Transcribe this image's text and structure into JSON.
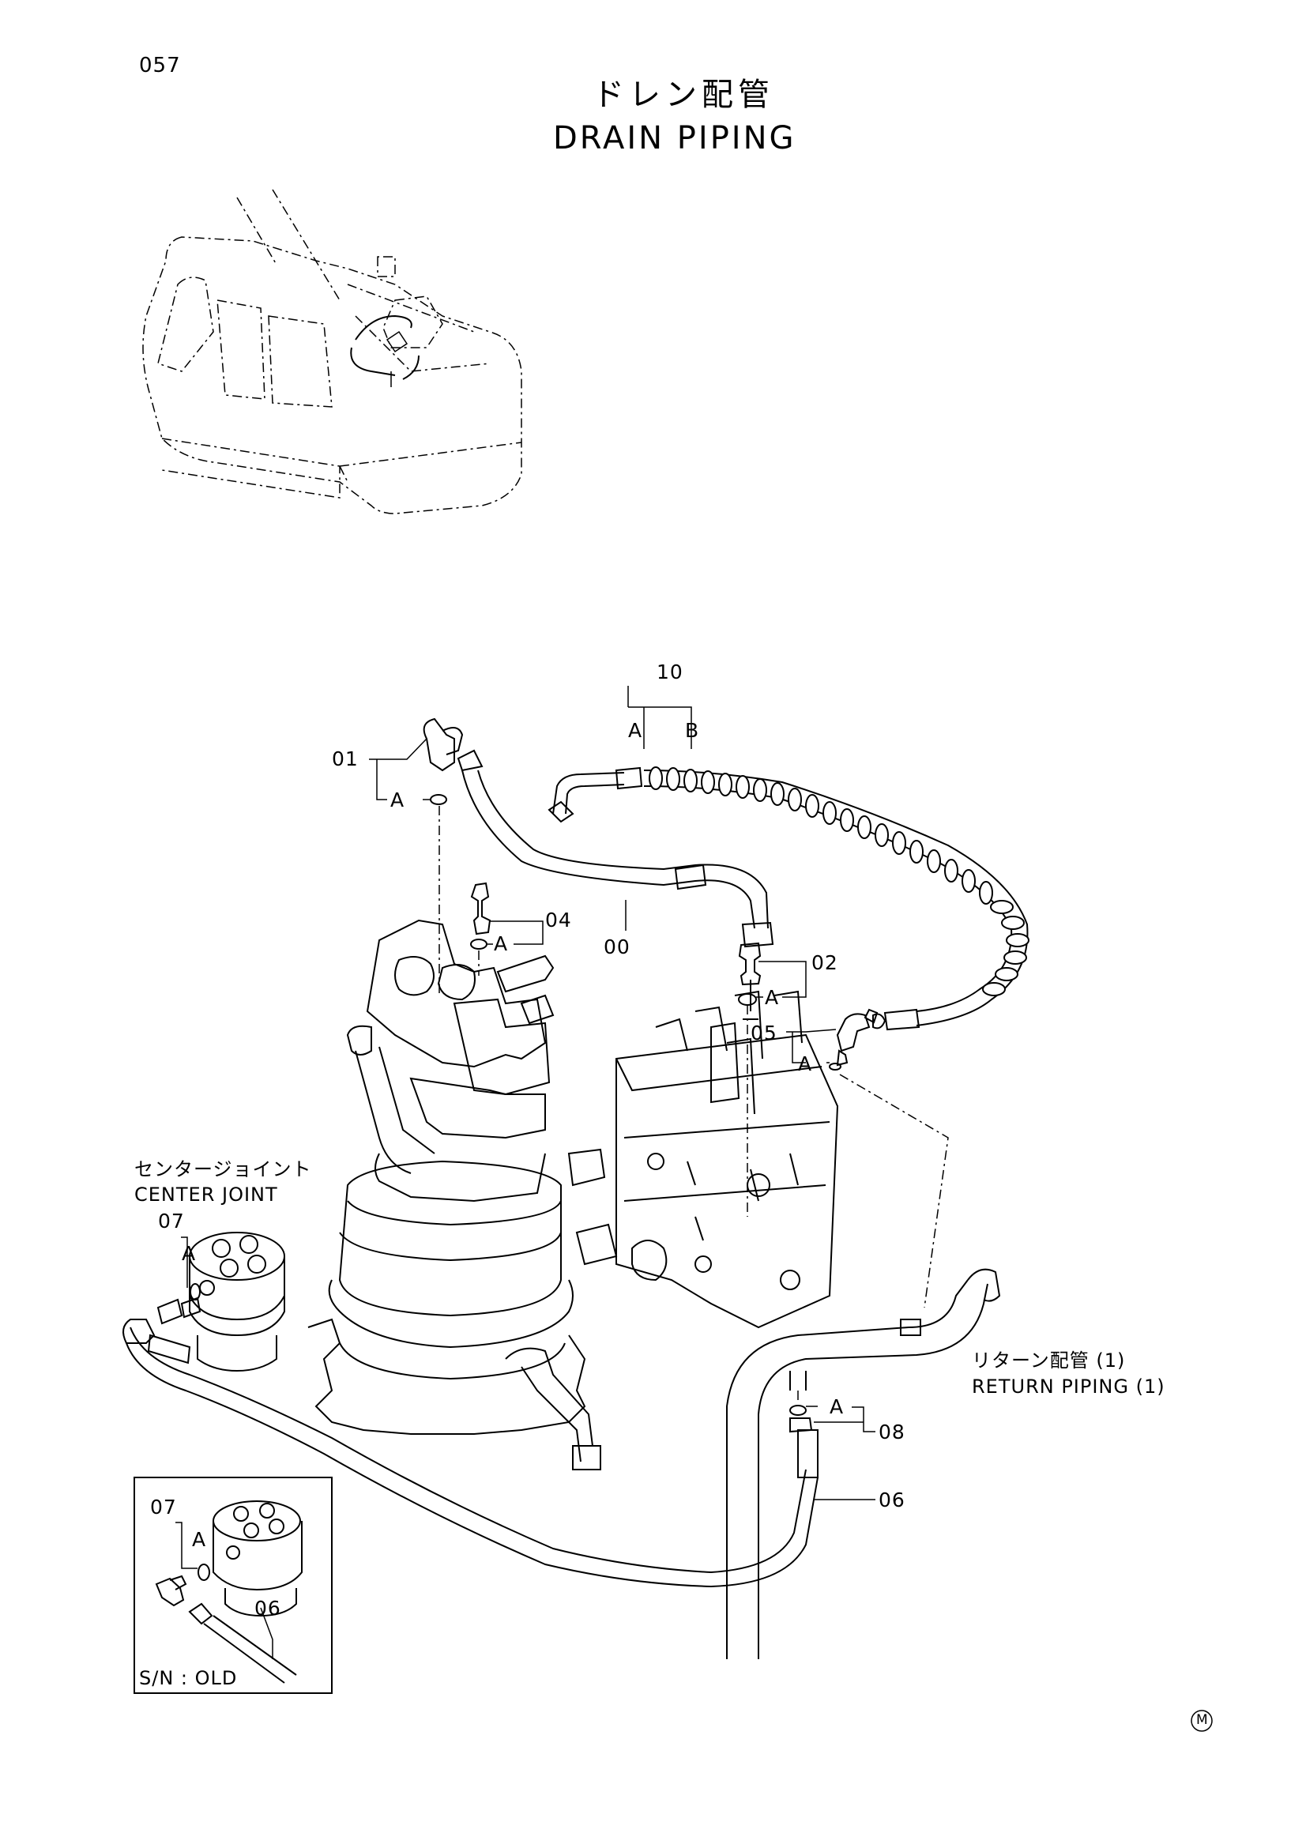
{
  "page_number": "057",
  "title_jp": "ドレン配管",
  "title_en": "DRAIN PIPING",
  "labels": {
    "p10": "10",
    "p10_a": "A",
    "p10_b": "B",
    "p01": "01",
    "p01_a": "A",
    "p04": "04",
    "p04_a": "A",
    "p00": "00",
    "p02": "02",
    "p02_a": "A",
    "p05": "05",
    "p05_a": "A",
    "center_joint_jp": "センタージョイント",
    "center_joint_en": "CENTER JOINT",
    "p07": "07",
    "p07_a": "A",
    "return_jp": "リターン配管 (1)",
    "return_en": "RETURN PIPING (1)",
    "p08": "08",
    "p08_a": "A",
    "p06": "06"
  },
  "inset": {
    "p07": "07",
    "p07_a": "A",
    "p06": "06",
    "serial": "S/N : OLD"
  },
  "mark": "M"
}
